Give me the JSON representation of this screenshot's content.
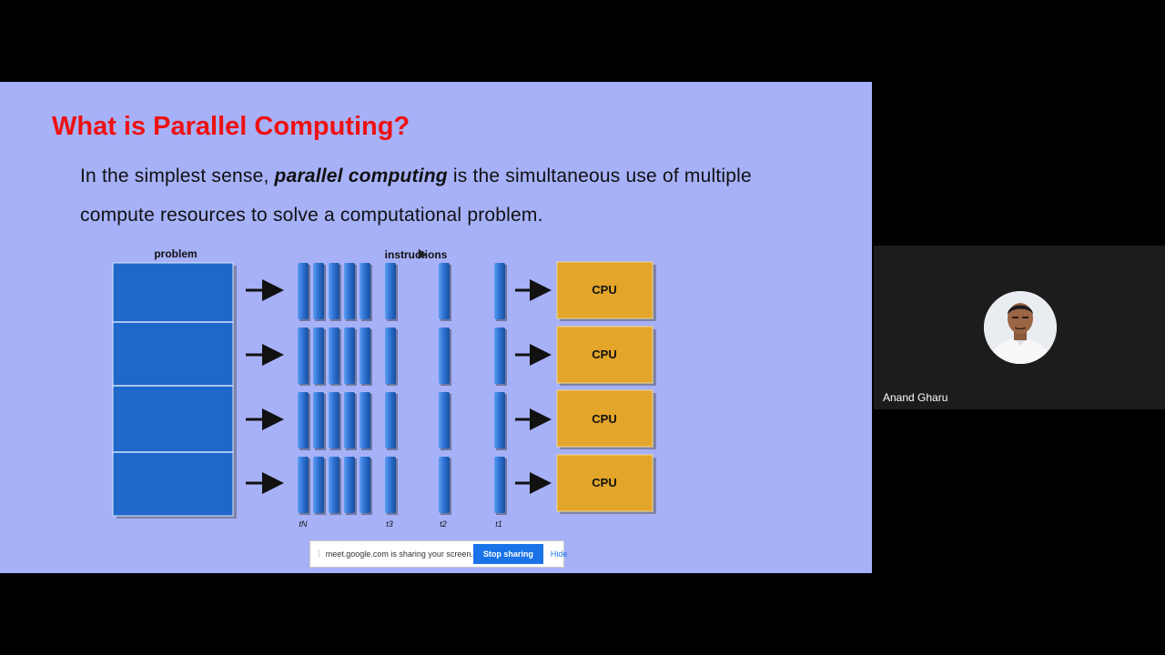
{
  "slide": {
    "title": "What is Parallel Computing?",
    "body_before": "In the simplest sense, ",
    "body_emphasis": "parallel computing",
    "body_after": " is the simultaneous use of multiple compute resources to solve a computational problem."
  },
  "diagram": {
    "problem_label": "problem",
    "instructions_label": "instructions",
    "cpu_label": "CPU",
    "time_labels": [
      "tN",
      "t3",
      "t2",
      "t1"
    ]
  },
  "share_bar": {
    "message": "meet.google.com is sharing your screen.",
    "stop_label": "Stop sharing",
    "hide_label": "Hide"
  },
  "participant": {
    "name": "Anand Gharu"
  },
  "colors": {
    "slide_bg": "#a6b1f8",
    "title": "#ee1111",
    "block_blue": "#1f67c9",
    "cpu_orange": "#e3a52a",
    "share_blue": "#1a73e8"
  }
}
